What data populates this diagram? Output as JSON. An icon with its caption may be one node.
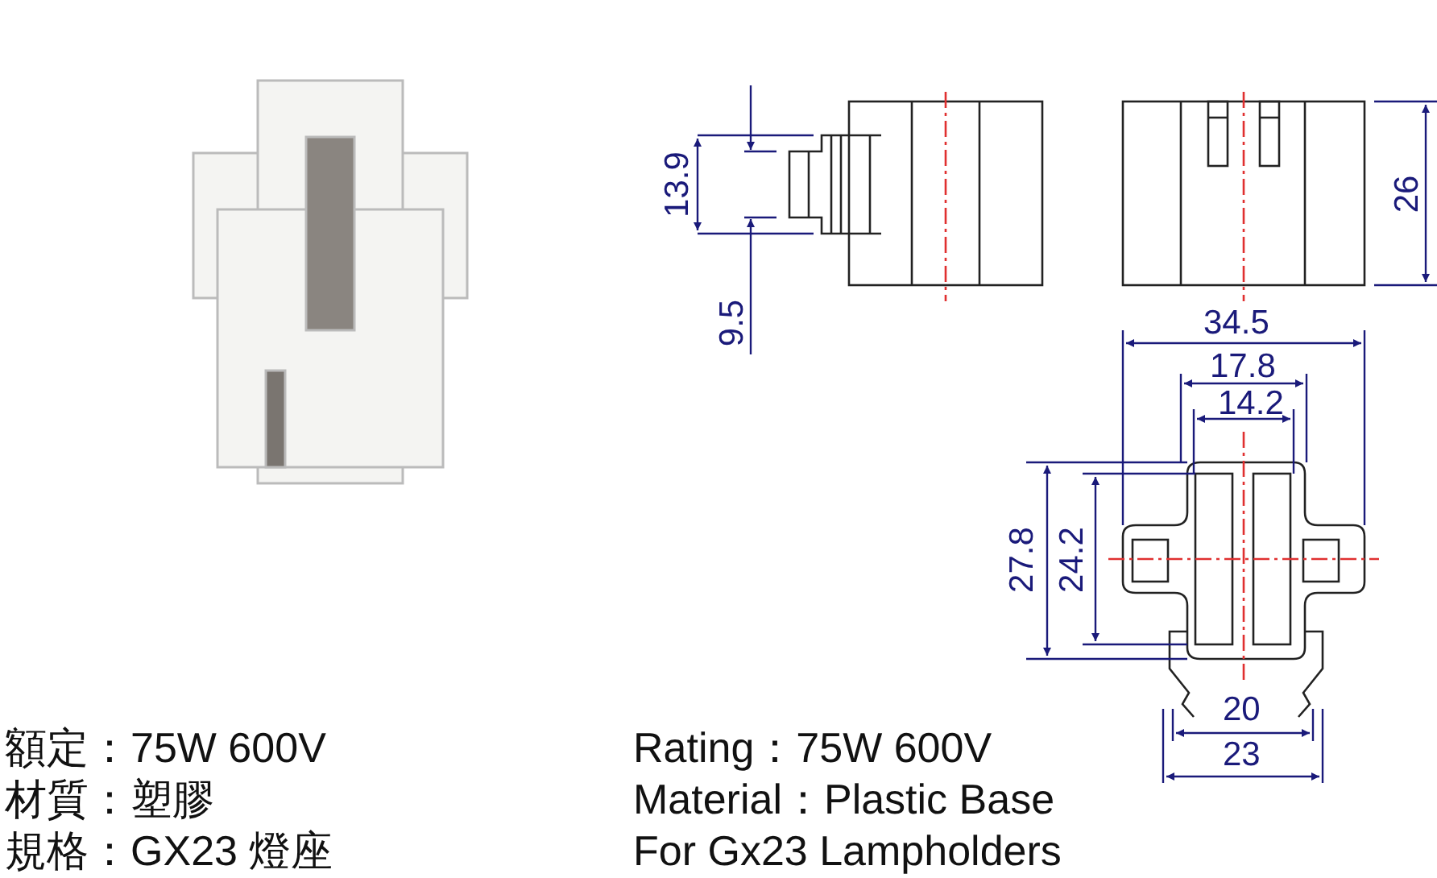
{
  "diagram": {
    "labels": [
      "13.9",
      "26",
      "9.5",
      "34.5",
      "17.8",
      "14.2",
      "27.8",
      "24.2",
      "20",
      "23",
      "額定：75W 600V",
      "材質：塑膠",
      "規格：GX23 燈座",
      "Rating：75W 600V",
      "Material：Plastic Base",
      "For Gx23 Lampholders"
    ]
  }
}
